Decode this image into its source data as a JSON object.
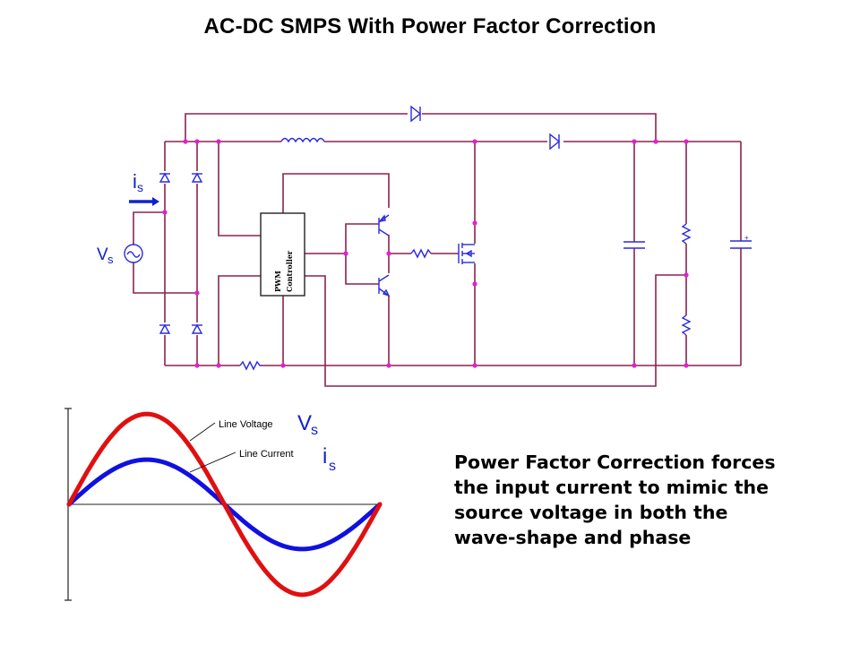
{
  "title": "AC-DC SMPS With Power Factor Correction",
  "schematic": {
    "source_label": "V",
    "source_subscript": "s",
    "current_label": "i",
    "current_subscript": "s",
    "controller_label_line1": "PWM",
    "controller_label_line2": "Controller",
    "components": [
      "bridge-rectifier",
      "boost-inductor",
      "bypass-diode",
      "boost-diode",
      "pwm-controller",
      "totem-pole-driver",
      "gate-resistor",
      "mosfet",
      "output-capacitor",
      "feedback-divider",
      "output-battery",
      "current-sense-resistor"
    ],
    "colors": {
      "wire": "#8b2252",
      "component": "#2a2ae0",
      "node": "#e020d0",
      "arrow": "#1020d0"
    }
  },
  "waveform": {
    "vs_label": "V",
    "vs_subscript": "s",
    "is_label": "i",
    "is_subscript": "s",
    "annotation_voltage": "Line Voltage",
    "annotation_current": "Line Current"
  },
  "chart_data": {
    "type": "line",
    "title": "",
    "xlabel": "",
    "ylabel": "",
    "x_range": [
      0,
      360
    ],
    "ylim": [
      -1.0,
      1.0
    ],
    "grid": false,
    "legend": "annotations near curves (top-center)",
    "series": [
      {
        "name": "Line Voltage",
        "color": "#e01010",
        "amplitude": 0.97,
        "phase_deg": 0,
        "shape": "sine",
        "cycles": 1
      },
      {
        "name": "Line Current",
        "color": "#1010e0",
        "amplitude": 0.48,
        "phase_deg": 0,
        "shape": "sine",
        "cycles": 1
      }
    ]
  },
  "description": "Power Factor Correction forces the input current to mimic the source voltage in both the wave-shape and phase",
  "description_lines": [
    "Power Factor Correction forces",
    "the input current to mimic the",
    "source voltage in both the",
    "wave-shape and phase"
  ]
}
